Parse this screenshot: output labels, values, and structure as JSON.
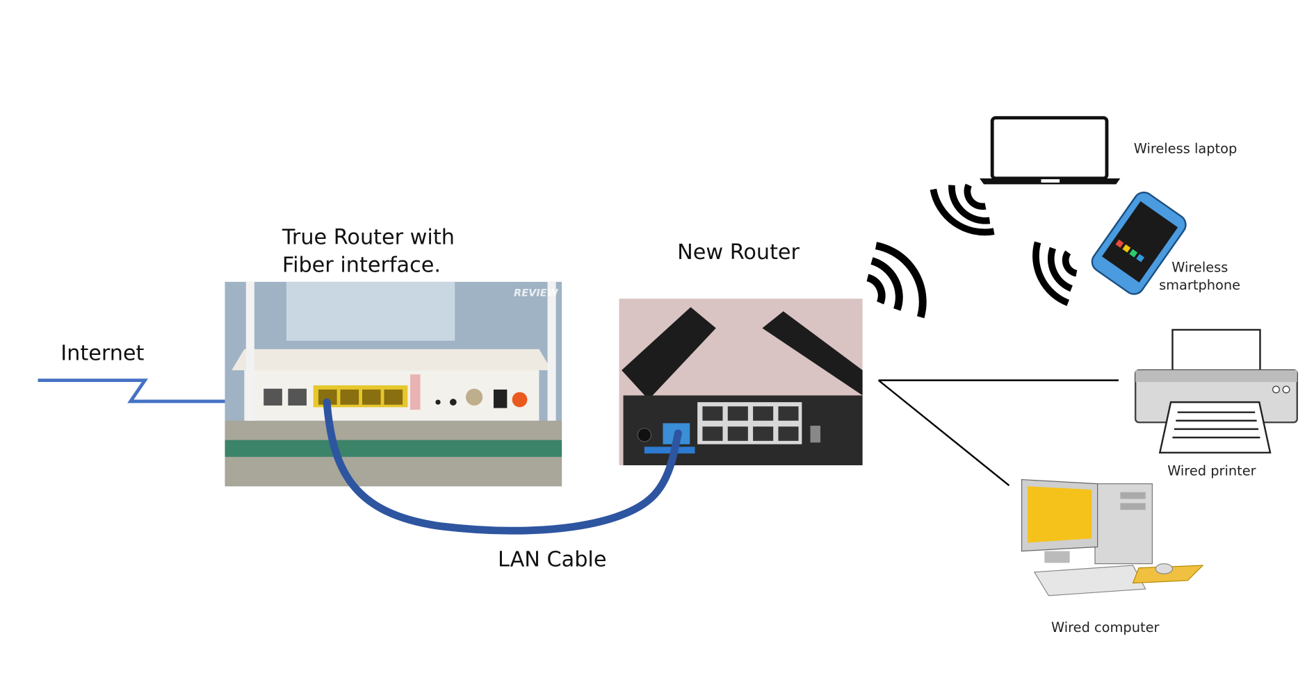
{
  "labels": {
    "internet": "Internet",
    "true_router_line1": "True Router with",
    "true_router_line2": "Fiber interface.",
    "new_router": "New Router",
    "lan_cable": "LAN Cable",
    "wireless_laptop": "Wireless laptop",
    "wireless_smartphone_line1": "Wireless",
    "wireless_smartphone_line2": "smartphone",
    "wired_printer": "Wired printer",
    "wired_computer": "Wired computer"
  },
  "watermark": "REVIEW",
  "colors": {
    "cable": "#2e55a0",
    "internet_line": "#4472c4",
    "lan_port_yellow": "#e6c72c",
    "lan_port_blue": "#3a8fd6",
    "phone_body": "#4a9be0",
    "monitor_screen": "#f5c21b"
  }
}
